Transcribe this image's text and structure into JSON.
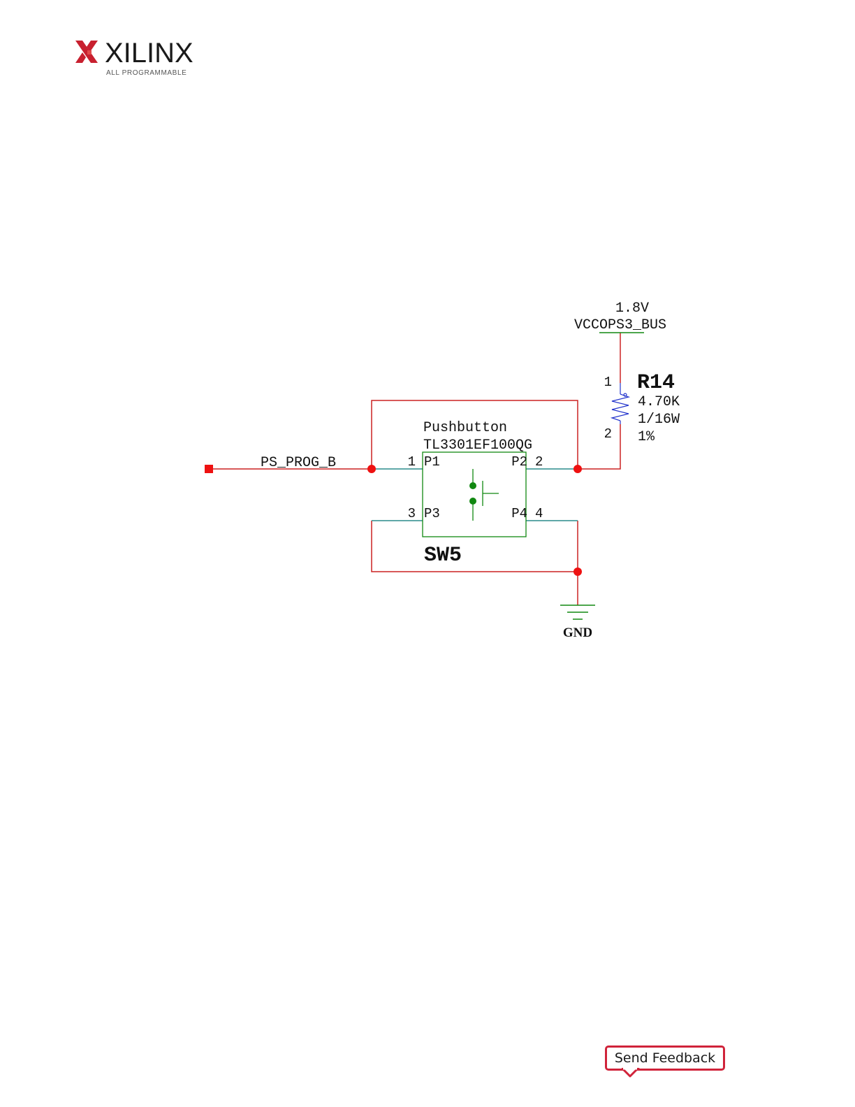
{
  "header": {
    "brand_name": "XILINX",
    "brand_tagline": "ALL PROGRAMMABLE",
    "brand_color": "#c8202f"
  },
  "schematic": {
    "power_rail": {
      "voltage": "1.8V",
      "net": "VCCOPS3_BUS"
    },
    "resistor": {
      "ref": "R14",
      "value": "4.70K",
      "power": "1/16W",
      "tolerance": "1%",
      "pin1": "1",
      "pin2": "2"
    },
    "switch": {
      "type": "Pushbutton",
      "part": "TL3301EF100QG",
      "ref": "SW5",
      "pins": [
        {
          "num": "1",
          "name": "P1"
        },
        {
          "num": "2",
          "name": "P2"
        },
        {
          "num": "3",
          "name": "P3"
        },
        {
          "num": "4",
          "name": "P4"
        }
      ]
    },
    "signal_net": "PS_PROG_B",
    "ground_net": "GND",
    "colors": {
      "wire": "#cc2222",
      "junction": "#ee1111",
      "component": "#118811",
      "resistor": "#2233cc",
      "pin_stub": "#2a8c8c"
    }
  },
  "footer": {
    "feedback_label": "Send Feedback"
  }
}
